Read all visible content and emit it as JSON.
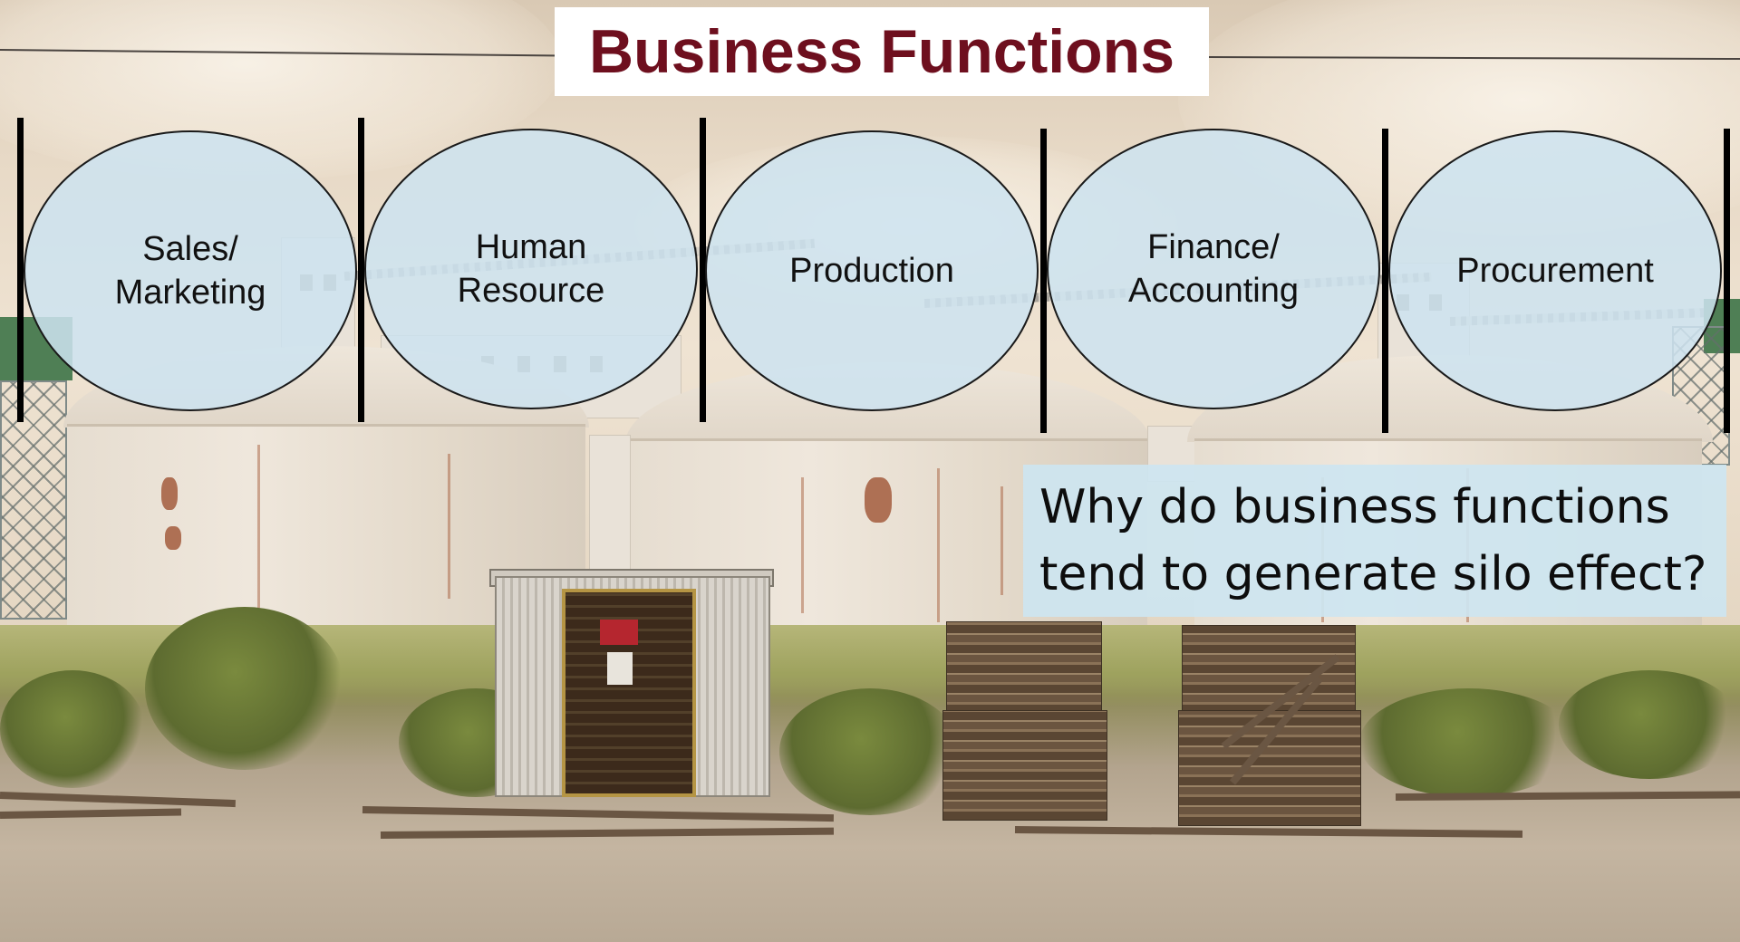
{
  "slide": {
    "title": "Business Functions",
    "functions": [
      {
        "label": "Sales/\nMarketing"
      },
      {
        "label": "Human\nResource"
      },
      {
        "label": "Production"
      },
      {
        "label": "Finance/\nAccounting"
      },
      {
        "label": "Procurement"
      }
    ],
    "question": "Why do business functions tend to generate silo effect?",
    "background_image": "industrial-silos-photo",
    "colors": {
      "title": "#6e0f1e",
      "ellipse_fill": "#cde3f0",
      "question_box_fill": "#cee5f0",
      "divider": "#000000"
    }
  }
}
